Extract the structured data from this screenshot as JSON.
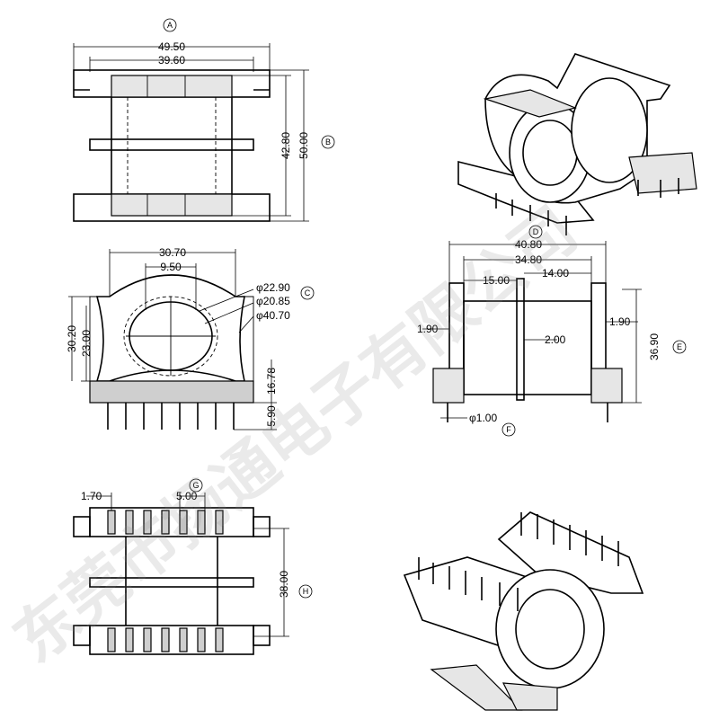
{
  "labels": {
    "A": "A",
    "B": "B",
    "C": "C",
    "D": "D",
    "E": "E",
    "F": "F",
    "G": "G",
    "H": "H"
  },
  "top_view": {
    "outer_width": "49.50",
    "inner_width": "39.60",
    "inner_height": "42.80",
    "outer_height": "50.00"
  },
  "front_view": {
    "width": "30.70",
    "center_width": "9.50",
    "dia_1": "φ22.90",
    "dia_2": "φ20.85",
    "dia_3": "φ40.70",
    "height_1": "30.20",
    "height_2": "23.00",
    "height_3": "16.78",
    "pin_length": "5.90"
  },
  "side_view": {
    "width_total": "40.80",
    "width_inner": "34.80",
    "dim_15": "15.00",
    "dim_14": "14.00",
    "left_wall": "1.90",
    "right_wall": "1.90",
    "center_gap": "2.00",
    "height": "36.90",
    "pin_dia": "φ1.00"
  },
  "bottom_view": {
    "pin_offset": "1.70",
    "pin_pitch": "5.00",
    "height": "38.00"
  },
  "watermark": "东莞市扬通电子有限公司"
}
